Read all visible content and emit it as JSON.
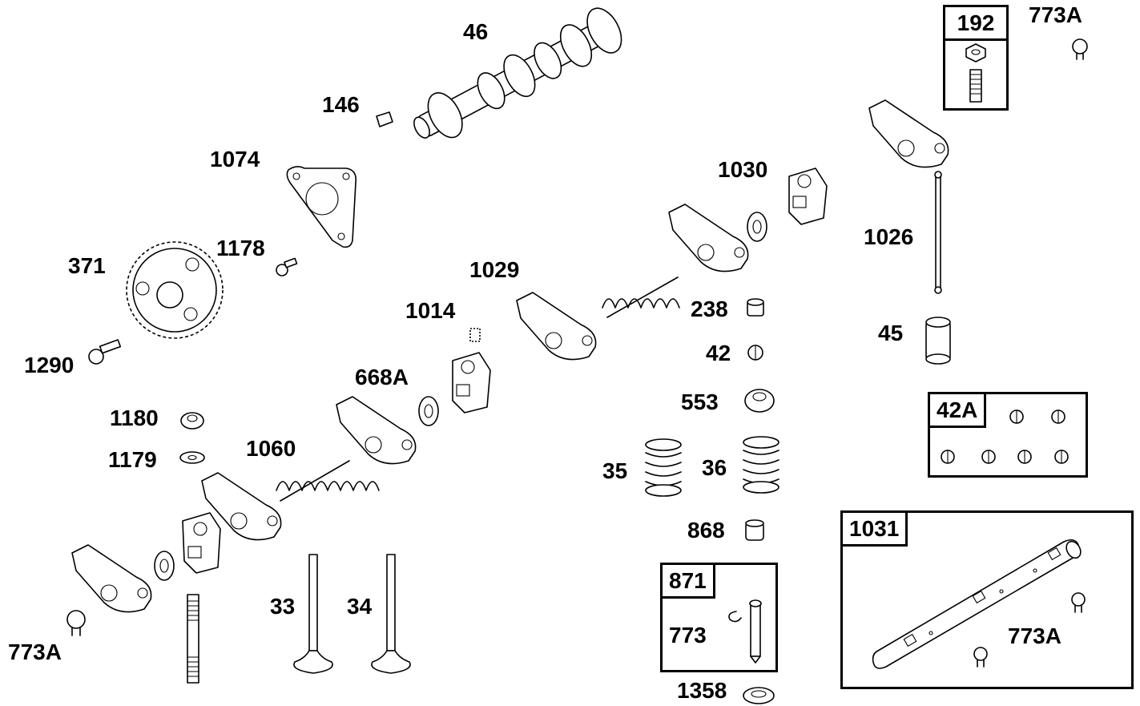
{
  "callouts": {
    "c46": "46",
    "c146": "146",
    "c1074": "1074",
    "c371": "371",
    "c1178": "1178",
    "c1290": "1290",
    "c1180": "1180",
    "c1179": "1179",
    "c1060": "1060",
    "c668A": "668A",
    "c1014": "1014",
    "c1029": "1029",
    "c1030": "1030",
    "c238": "238",
    "c42": "42",
    "c553": "553",
    "c35": "35",
    "c36": "36",
    "c868": "868",
    "c33": "33",
    "c34": "34",
    "c773A_top": "773A",
    "c773A_left": "773A",
    "c1026": "1026",
    "c45": "45",
    "c773": "773",
    "c1358": "1358",
    "c773A_shaft": "773A"
  },
  "kits": {
    "k192": "192",
    "k42A": "42A",
    "k871": "871",
    "k1031": "1031"
  }
}
